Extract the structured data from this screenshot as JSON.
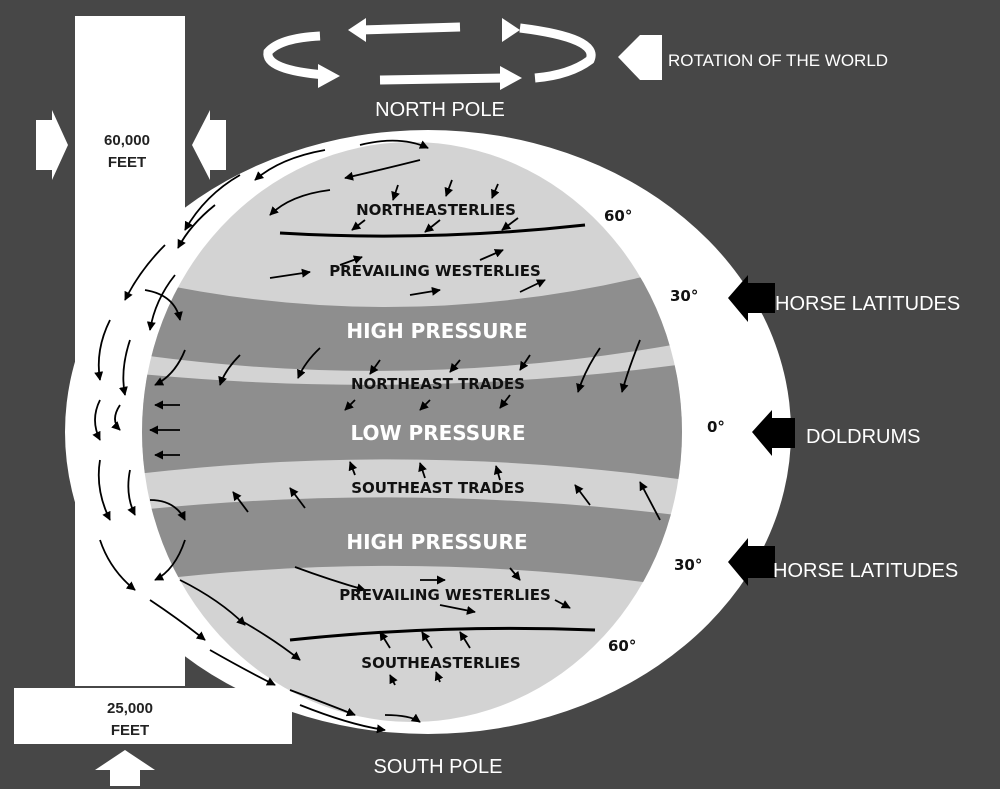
{
  "title": "",
  "rotation_label": "ROTATION OF THE WORLD",
  "poles": {
    "north": "NORTH POLE",
    "south": "SOUTH POLE"
  },
  "altitude": {
    "top_value": "60,000",
    "top_unit": "FEET",
    "bottom_value": "25,000",
    "bottom_unit": "FEET"
  },
  "bands": {
    "northeasterlies": "NORTHEASTERLIES",
    "prevailing_westerlies_n": "PREVAILING WESTERLIES",
    "high_pressure_n": "HIGH PRESSURE",
    "northeast_trades": "NORTHEAST TRADES",
    "low_pressure": "LOW PRESSURE",
    "southeast_trades": "SOUTHEAST TRADES",
    "high_pressure_s": "HIGH PRESSURE",
    "prevailing_westerlies_s": "PREVAILING WESTERLIES",
    "southeasterlies": "SOUTHEASTERLIES"
  },
  "latitudes": {
    "n60": "60°",
    "n30": "30°",
    "eq": "0°",
    "s30": "30°",
    "s60": "60°"
  },
  "zones": {
    "horse_n": "HORSE LATITUDES",
    "doldrums": "DOLDRUMS",
    "horse_s": "HORSE LATITUDES"
  },
  "colors": {
    "background": "#474747",
    "light_band": "#d3d3d3",
    "dark_band": "#8e8e8e",
    "atmosphere": "#ffffff"
  }
}
